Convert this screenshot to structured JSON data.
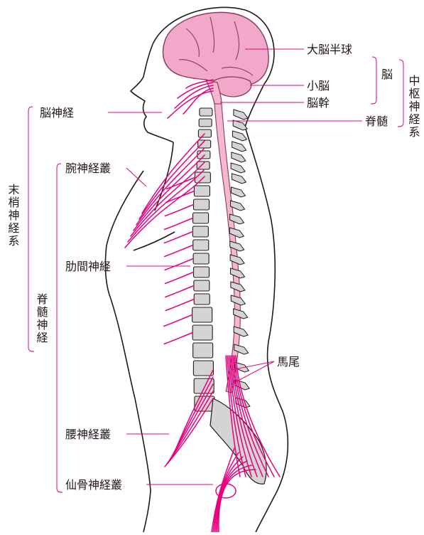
{
  "colors": {
    "nerve": "#e5007f",
    "brain_fill": "#f2a8c8",
    "brain_stroke": "#8a3a5c",
    "cord_fill": "#f4b7cf",
    "vertebra_fill": "#d4d4d4",
    "outline": "#231815",
    "leader": "#e5007f",
    "bracket": "#e5007f"
  },
  "labels": {
    "cerebrum": "大脳半球",
    "cerebellum": "小脳",
    "brainstem": "脳幹",
    "spinal_cord": "脊髄",
    "brain": "脳",
    "cns": "中枢神経系",
    "cranial_nerves": "脳神経",
    "pns": "末梢神経系",
    "spinal_nerves": "脊髄神経",
    "brachial_plexus": "腕神経叢",
    "intercostal_nerves": "肋間神経",
    "cauda_equina": "馬尾",
    "lumbar_plexus": "腰神経叢",
    "sacral_plexus": "仙骨神経叢"
  }
}
